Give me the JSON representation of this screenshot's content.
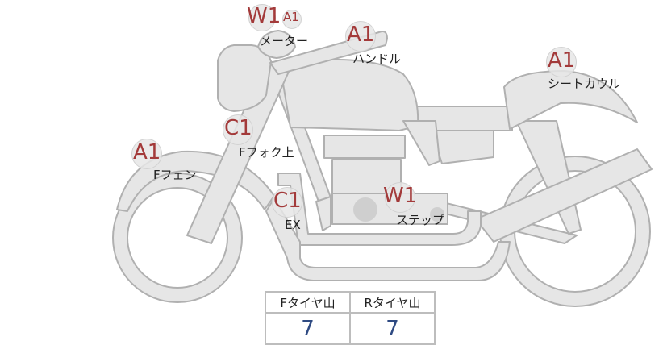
{
  "colors": {
    "body_fill": "#e6e6e6",
    "outline": "#b0b0b0",
    "grade_text": "#a33a3a",
    "value_text": "#2e4a82"
  },
  "labels": {
    "meter": "メーター",
    "handle": "ハンドル",
    "seat_cowl": "シートカウル",
    "f_fork_upper": "Fフォク上",
    "f_fender": "Fフェン",
    "exhaust": "EX",
    "step": "ステップ"
  },
  "grades": {
    "meter_primary": "W1",
    "meter_secondary": "A1",
    "handle": "A1",
    "seat_cowl": "A1",
    "f_fork_upper": "C1",
    "f_fender": "A1",
    "exhaust": "C1",
    "step": "W1"
  },
  "tread_table": {
    "front_header": "Fタイヤ山",
    "rear_header": "Rタイヤ山",
    "front_value": "7",
    "rear_value": "7"
  }
}
